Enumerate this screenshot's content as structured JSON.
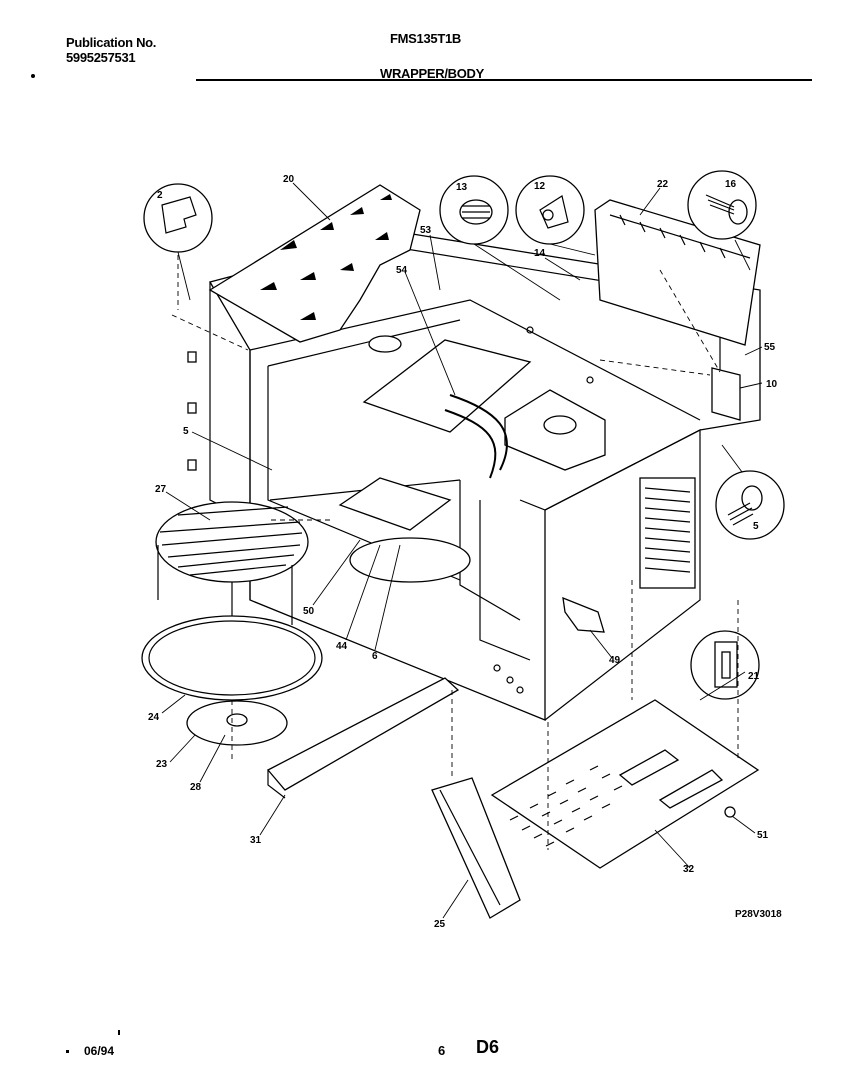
{
  "header": {
    "publication_label": "Publication No.",
    "publication_number": "5995257531",
    "model": "FMS135T1B",
    "section": "WRAPPER/BODY"
  },
  "footer": {
    "date": "06/94",
    "page": "6",
    "code": "D6"
  },
  "diagram": {
    "figure_code": "P28V3018",
    "part_labels": [
      "2",
      "20",
      "13",
      "12",
      "22",
      "16",
      "53",
      "54",
      "14",
      "55",
      "10",
      "5",
      "27",
      "5",
      "50",
      "44",
      "6",
      "49",
      "21",
      "24",
      "23",
      "28",
      "31",
      "25",
      "32",
      "51"
    ]
  }
}
